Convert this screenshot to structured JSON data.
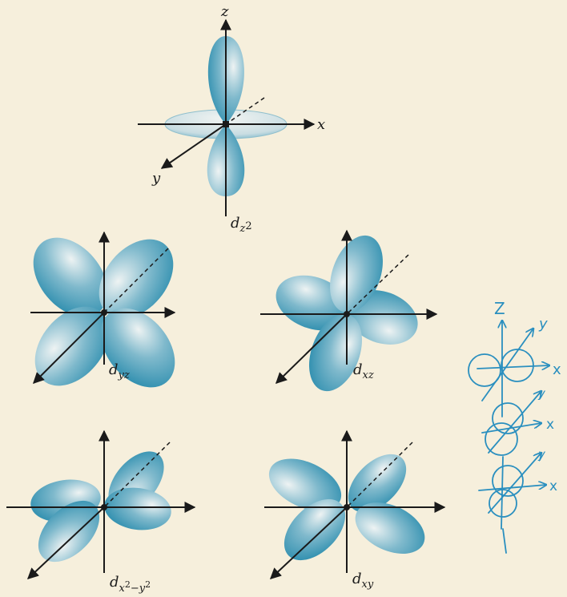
{
  "colors": {
    "paper": "#f6efdc",
    "lobe": "#2f93b3",
    "lobe_light": "#e6eef0",
    "ink": "#1a1a1a",
    "pen": "#2a8fbf"
  },
  "orbitals": [
    {
      "id": "dz2",
      "name": "d",
      "sub": "z",
      "sup": "2",
      "axis_x": "x",
      "axis_y": "y",
      "axis_z": "z"
    },
    {
      "id": "dyz",
      "name": "d",
      "sub": "yz"
    },
    {
      "id": "dxz",
      "name": "d",
      "sub": "xz"
    },
    {
      "id": "dx2y2",
      "name": "d",
      "sub": "x",
      "sub_sup1": "2",
      "sub_mid": "−y",
      "sub_sup2": "2"
    },
    {
      "id": "dxy",
      "name": "d",
      "sub": "xy"
    }
  ],
  "sketch": {
    "z": "Z",
    "labels": [
      "y",
      "x",
      "y",
      "x",
      "y",
      "x"
    ]
  }
}
